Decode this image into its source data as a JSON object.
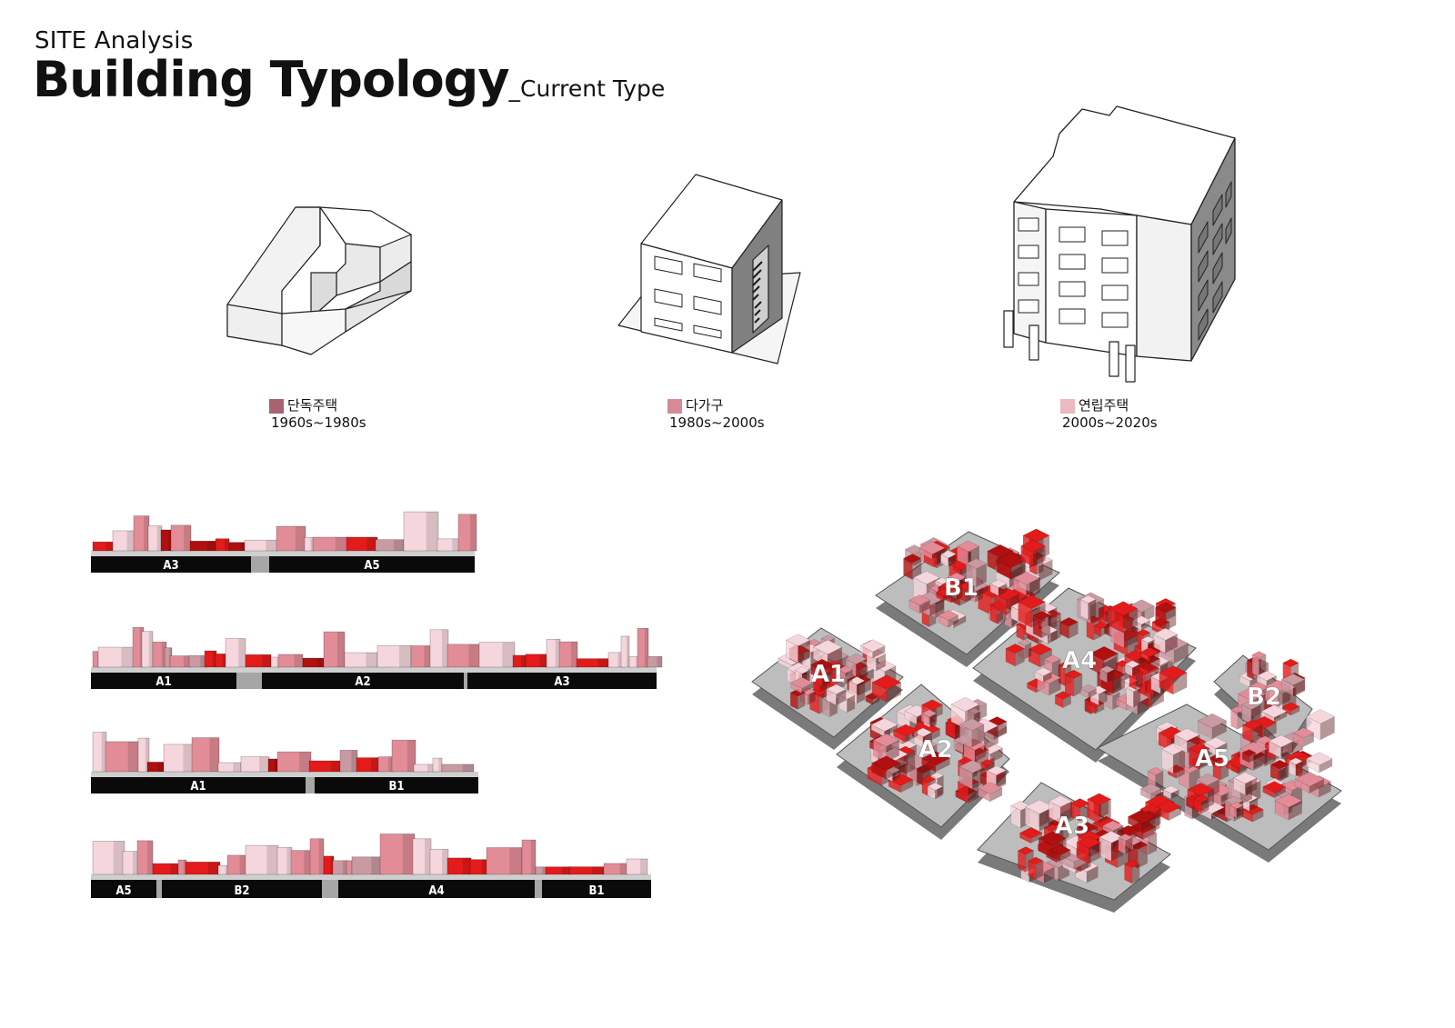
{
  "header": {
    "subtitle": "SITE Analysis",
    "title": "Building Typology",
    "title_suffix": "_Current Type"
  },
  "legend": [
    {
      "name": "단독주택",
      "period": "1960s~1980s",
      "color": "#a8636f"
    },
    {
      "name": "다가구",
      "period": "1980s~2000s",
      "color": "#d68a96"
    },
    {
      "name": "연립주택",
      "period": "2000s~2020s",
      "color": "#ebb9c0"
    }
  ],
  "colors": {
    "red": "#e31b1b",
    "dark_red": "#b01010",
    "pink": "#e28c98",
    "light_pink": "#f5d6dc",
    "mauve": "#c99aa2",
    "base_dark": "#0a0a0a",
    "base_grey": "#a6a6a6"
  },
  "elevations": [
    {
      "labels": [
        "A3",
        "A5"
      ]
    },
    {
      "labels": [
        "A1",
        "A2",
        "A3"
      ]
    },
    {
      "labels": [
        "A1",
        "B1"
      ]
    },
    {
      "labels": [
        "A5",
        "B2",
        "A4",
        "B1"
      ]
    }
  ],
  "axonometric": {
    "blocks": [
      "B1",
      "A4",
      "A1",
      "B2",
      "A2",
      "A5",
      "A3"
    ]
  }
}
